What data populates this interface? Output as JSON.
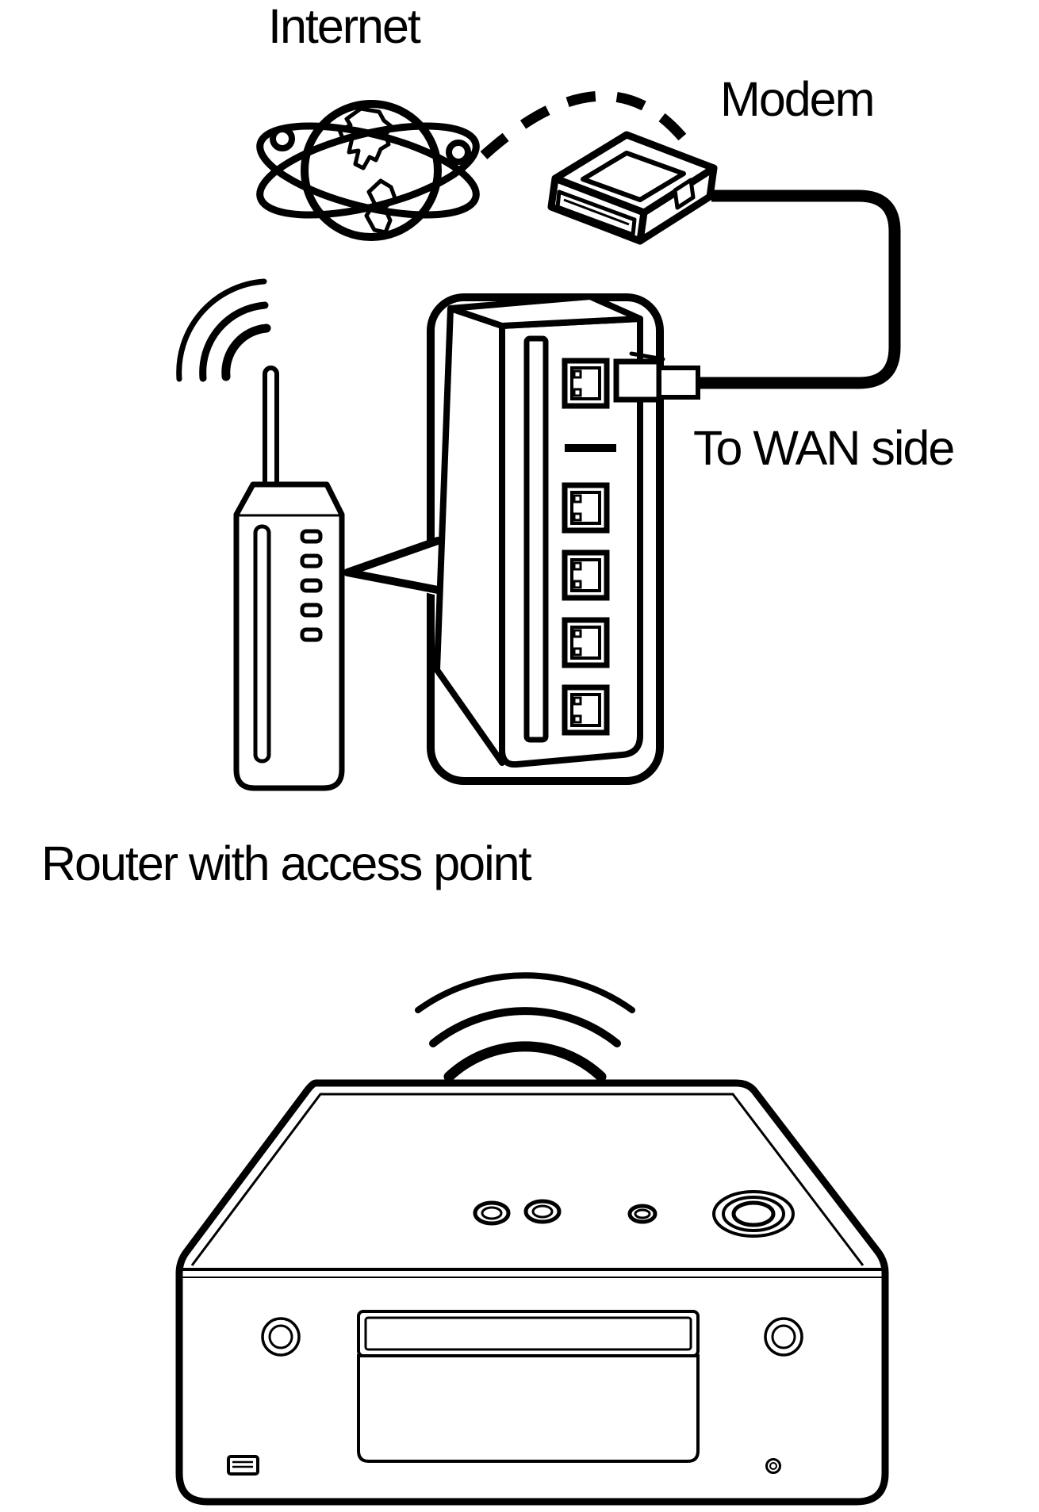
{
  "labels": {
    "internet": "Internet",
    "modem": "Modem",
    "wan": "To WAN side",
    "router": "Router with access point"
  },
  "colors": {
    "line": "#000000",
    "background": "#ffffff"
  },
  "network": {
    "wan_ports": 1,
    "lan_ports": 4,
    "router_leds": 5,
    "router_wifi_arcs": 3,
    "receiver_wifi_arcs": 3,
    "connection_to_modem": "dashed-wireless",
    "connection_modem_to_router": "ethernet-cable"
  }
}
